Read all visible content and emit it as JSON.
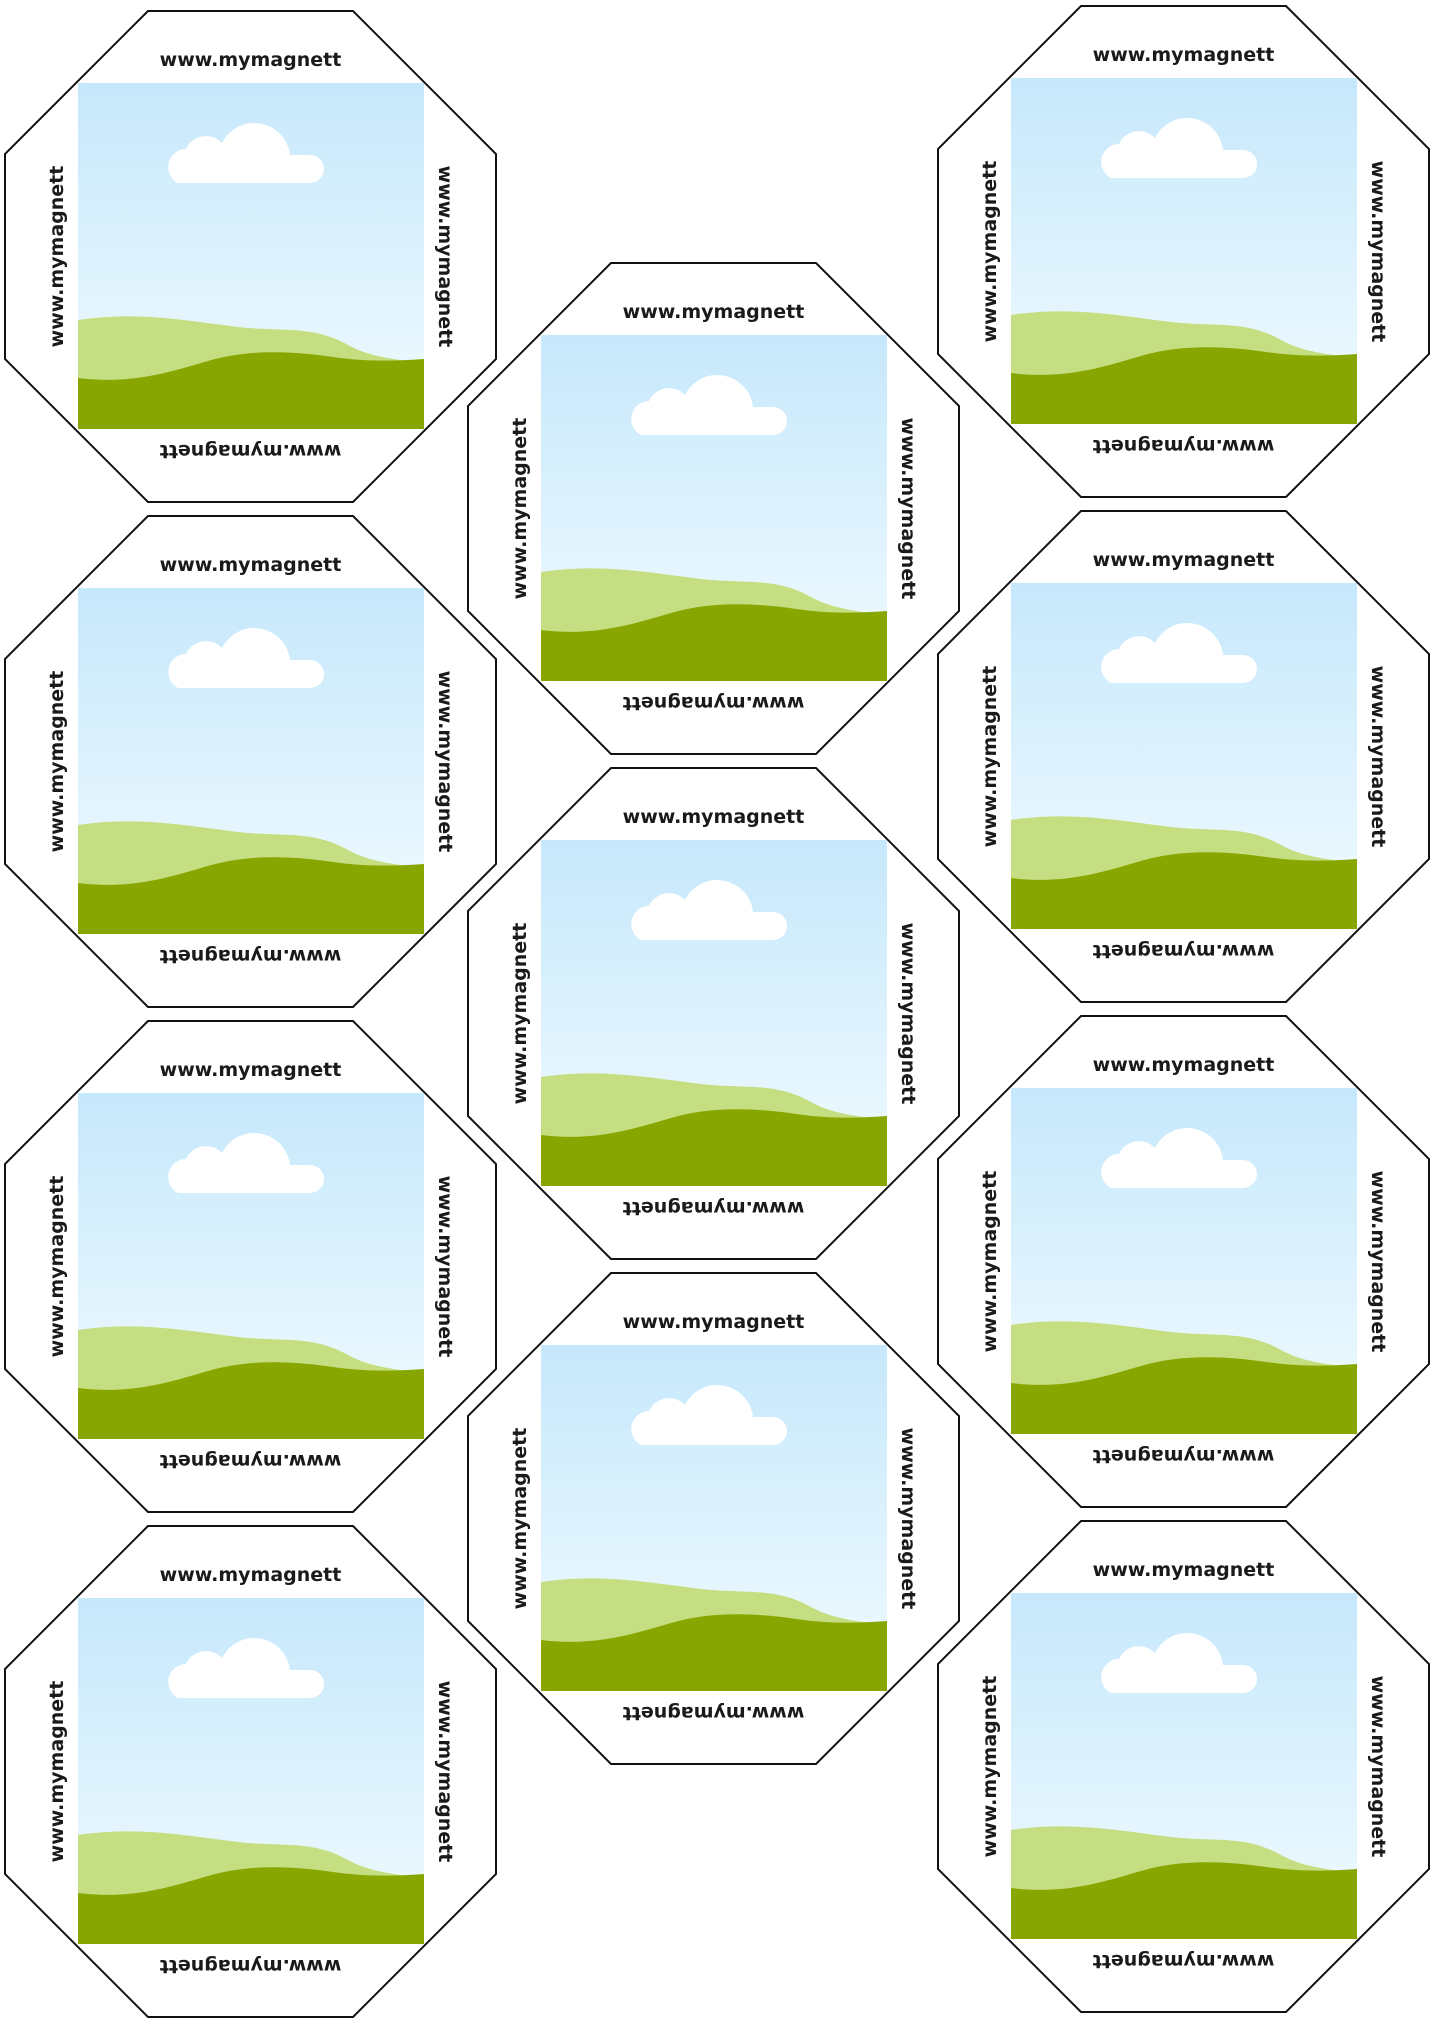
{
  "magnet_text": "www.mymagnett",
  "colors": {
    "outline": "#111111",
    "sky_top": "#c6e8fb",
    "sky_bottom": "#f2fbff",
    "cloud": "#ffffff",
    "hill_light": "#c5de81",
    "hill_dark": "#88a600"
  },
  "magnets": [
    {
      "name": "magnet-1",
      "label_top": "www.mymagnett",
      "label_right": "www.mymagnett",
      "label_bottom": "www.mymagnett",
      "label_left": "www.mymagnett"
    },
    {
      "name": "magnet-2",
      "label_top": "www.mymagnett",
      "label_right": "www.mymagnett",
      "label_bottom": "www.mymagnett",
      "label_left": "www.mymagnett"
    },
    {
      "name": "magnet-3",
      "label_top": "www.mymagnett",
      "label_right": "www.mymagnett",
      "label_bottom": "www.mymagnett",
      "label_left": "www.mymagnett"
    },
    {
      "name": "magnet-4",
      "label_top": "www.mymagnett",
      "label_right": "www.mymagnett",
      "label_bottom": "www.mymagnett",
      "label_left": "www.mymagnett"
    },
    {
      "name": "magnet-5",
      "label_top": "www.mymagnett",
      "label_right": "www.mymagnett",
      "label_bottom": "www.mymagnett",
      "label_left": "www.mymagnett"
    },
    {
      "name": "magnet-6",
      "label_top": "www.mymagnett",
      "label_right": "www.mymagnett",
      "label_bottom": "www.mymagnett",
      "label_left": "www.mymagnett"
    },
    {
      "name": "magnet-7",
      "label_top": "www.mymagnett",
      "label_right": "www.mymagnett",
      "label_bottom": "www.mymagnett",
      "label_left": "www.mymagnett"
    },
    {
      "name": "magnet-8",
      "label_top": "www.mymagnett",
      "label_right": "www.mymagnett",
      "label_bottom": "www.mymagnett",
      "label_left": "www.mymagnett"
    },
    {
      "name": "magnet-9",
      "label_top": "www.mymagnett",
      "label_right": "www.mymagnett",
      "label_bottom": "www.mymagnett",
      "label_left": "www.mymagnett"
    },
    {
      "name": "magnet-10",
      "label_top": "www.mymagnett",
      "label_right": "www.mymagnett",
      "label_bottom": "www.mymagnett",
      "label_left": "www.mymagnett"
    },
    {
      "name": "magnet-11",
      "label_top": "www.mymagnett",
      "label_right": "www.mymagnett",
      "label_bottom": "www.mymagnett",
      "label_left": "www.mymagnett"
    }
  ]
}
